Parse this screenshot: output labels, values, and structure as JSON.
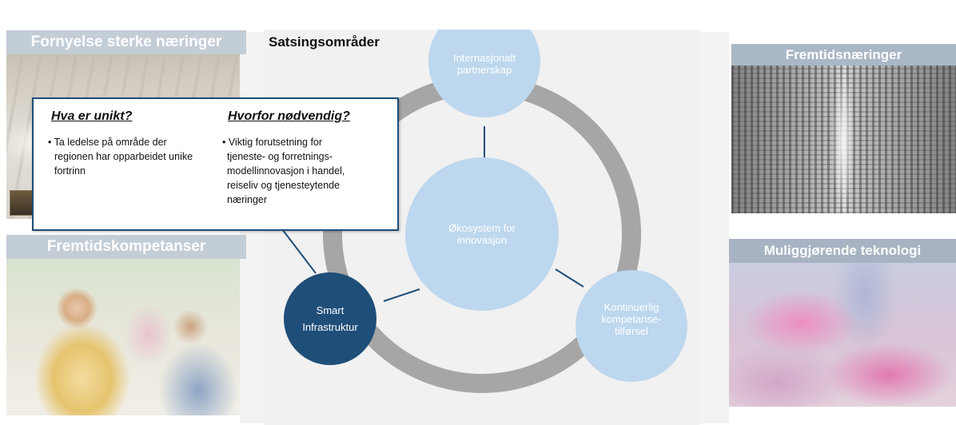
{
  "panels": {
    "left_top": {
      "title": "Fornyelse sterke næringer"
    },
    "left_bottom": {
      "title": "Fremtidskompetanser"
    },
    "right_top": {
      "title": "Fremtidsnæringer"
    },
    "right_bottom": {
      "title": "Muliggjørende teknologi"
    }
  },
  "diagram": {
    "title": "Satsingsområder",
    "center": {
      "label": "Økosystem for innovasjon",
      "line1": "Økosystem for",
      "line2": "innovasjon"
    },
    "nodes": {
      "top": {
        "line1": "Internasjonalt",
        "line2": "partnerskap"
      },
      "left": {
        "line1": "Smart",
        "line2": "Infrastruktur"
      },
      "right": {
        "line1": "Kontinuerlig",
        "line2": "kompetanse-",
        "line3": "tilførsel"
      }
    },
    "colors": {
      "ring": "#a6a6a6",
      "node_light": "#bdd7ee",
      "node_dark": "#1f4e79",
      "connector": "#1f4e79"
    }
  },
  "callout": {
    "col1": {
      "heading": "Hva er unikt?",
      "lines": [
        "• Ta ledelse på område der",
        "regionen har opparbeidet unike",
        "fortrinn"
      ]
    },
    "col2": {
      "heading": "Hvorfor nødvendig?",
      "lines": [
        "• Viktig forutsetning for",
        "tjeneste- og forretnings-",
        "modellinnovasjon i handel,",
        "reiseliv og tjenesteytende",
        "næringer"
      ]
    }
  }
}
